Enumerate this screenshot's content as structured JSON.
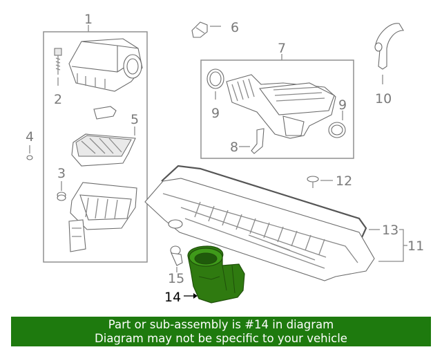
{
  "callouts": {
    "c1": "1",
    "c2": "2",
    "c3": "3",
    "c4": "4",
    "c5": "5",
    "c6": "6",
    "c7": "7",
    "c8": "8",
    "c9a": "9",
    "c9b": "9",
    "c10": "10",
    "c11": "11",
    "c12": "12",
    "c13": "13",
    "c14": "14",
    "c15": "15"
  },
  "highlight": {
    "part": "14",
    "color": "#2f7a10"
  },
  "banner": {
    "line1": "Part or sub-assembly is #14 in diagram",
    "line2": "Diagram may not be specific to your vehicle",
    "color": "#1e7a0e"
  }
}
